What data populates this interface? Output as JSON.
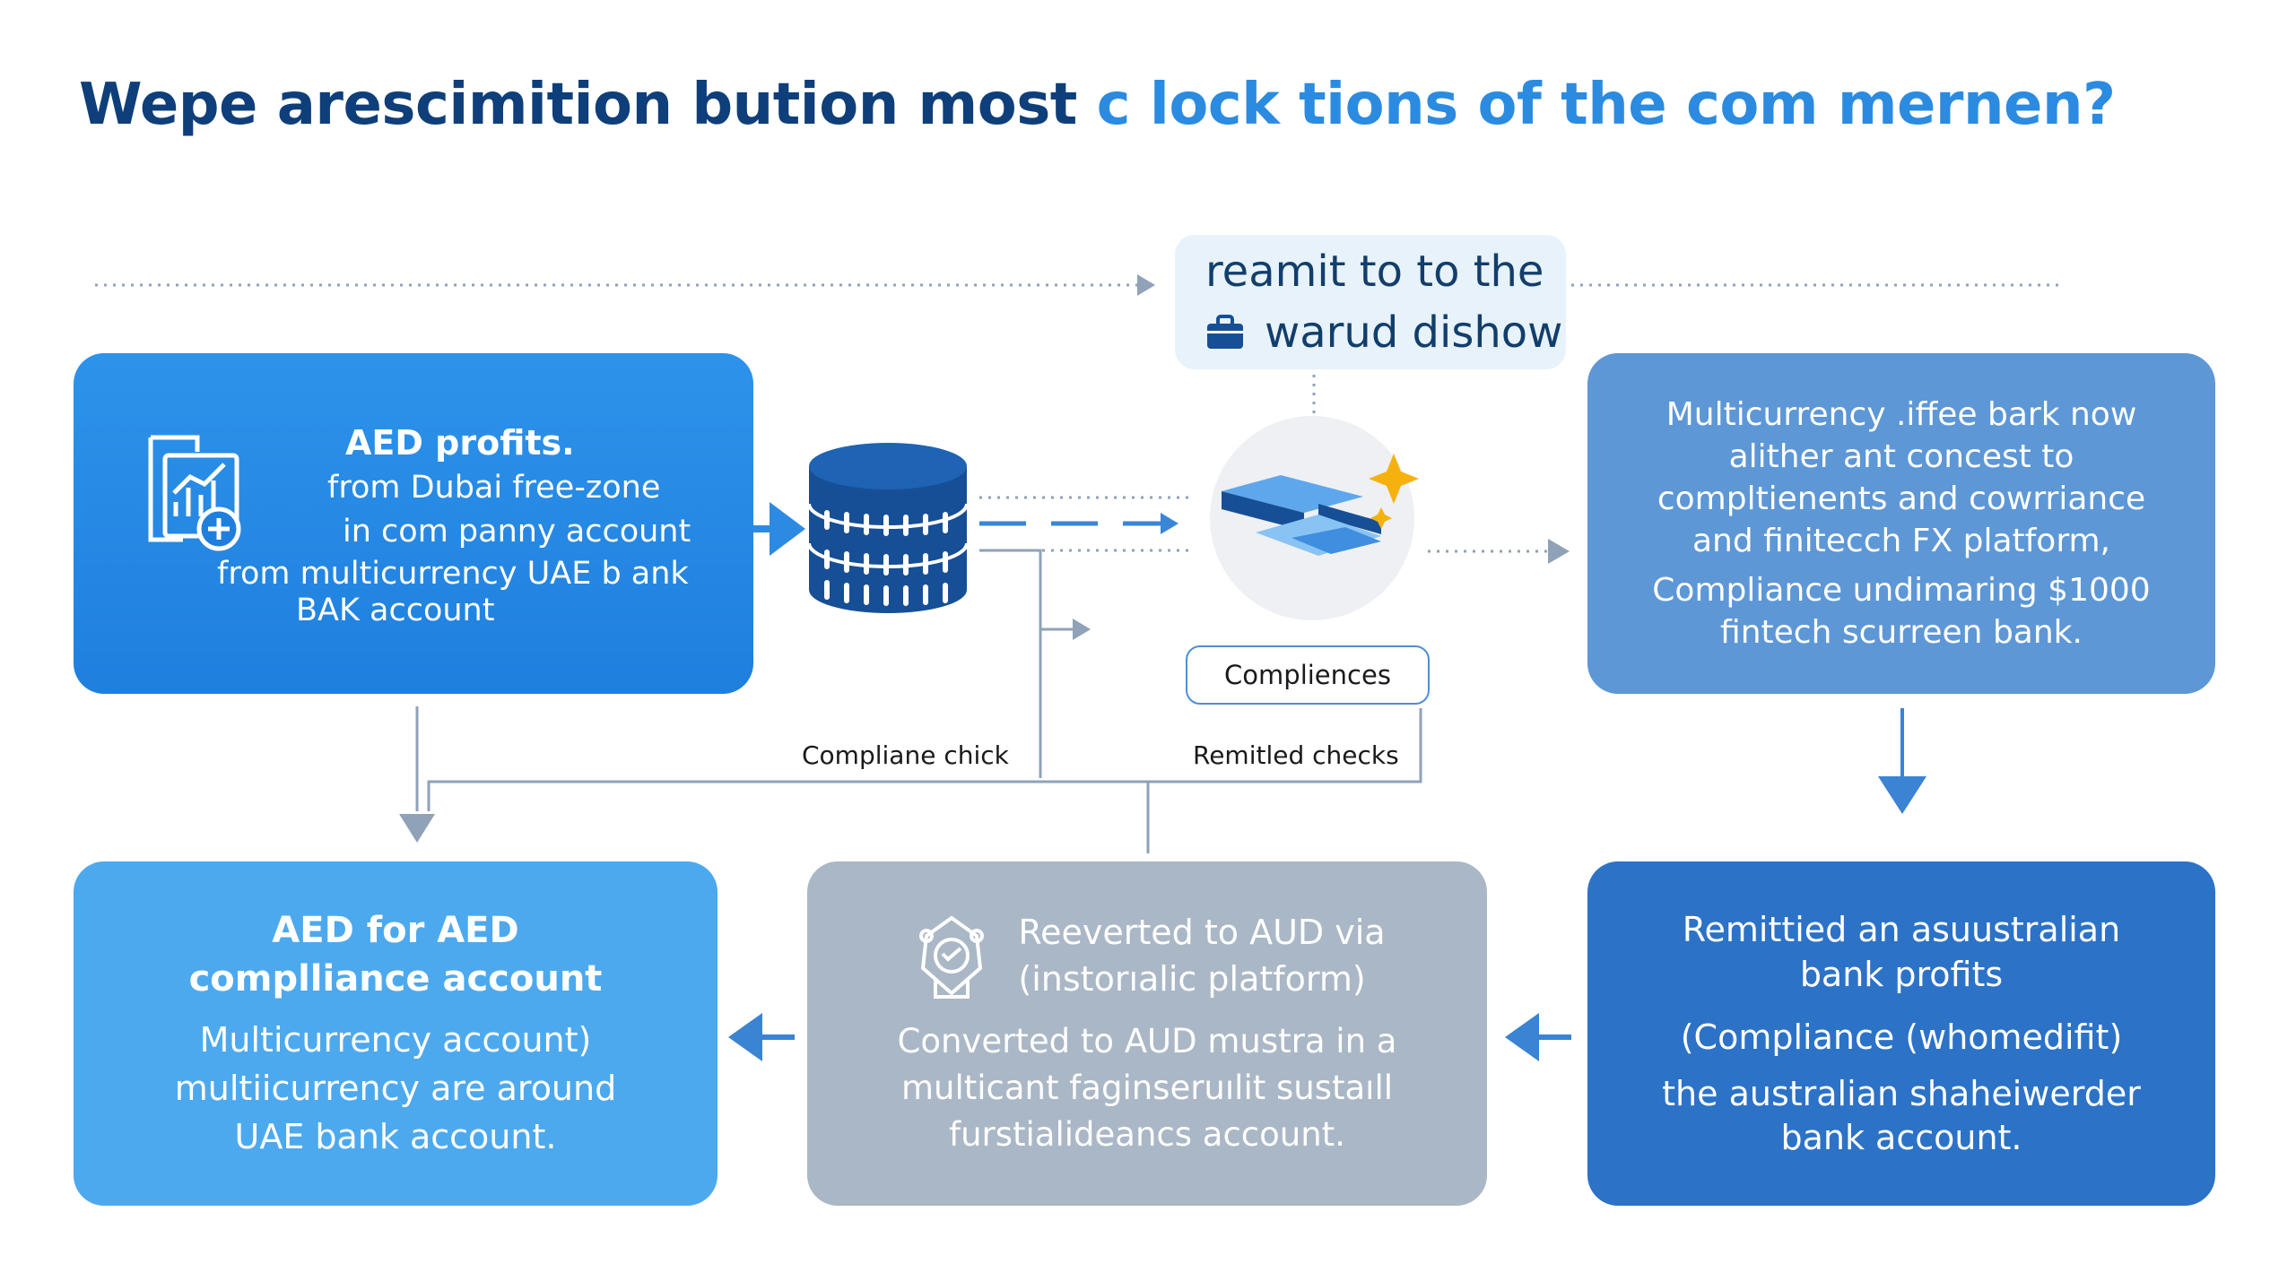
{
  "title": {
    "part1": "Wepe arescimition bution most ",
    "part2": "c lock tions of the com mernen?"
  },
  "callout": {
    "line1": "reamit to to the",
    "line2": "warud dishow"
  },
  "box_aed_profits": {
    "heading": "AED profits.",
    "line2": "from Dubai free-zone",
    "line3": "in com panny account",
    "line4": "from multicurrency UAE b ank",
    "line5": "BAK account"
  },
  "box_multicurrency": {
    "line1": "Multicurrency .iffee bark now",
    "line2": "alither ant concest to",
    "line3": "compltienents and cowrriance",
    "line4": "and finitecch FX platform,",
    "line5": "Compliance undimaring $1000",
    "line6": "fintech scurreen bank."
  },
  "box_aed_compliance": {
    "line1": "AED for AED",
    "line2": "complliance account",
    "line3": "Multicurrency account)",
    "line4": "multiicurrency are around",
    "line5": "UAE bank account."
  },
  "box_reverted": {
    "head1": "Reeverted to AUD via",
    "head2": "(instorıalic platform)",
    "line1": "Converted to AUD mustra in a",
    "line2": "multicant faginseruılit sustaıll",
    "line3": "furstialideancs account."
  },
  "box_remitted": {
    "line1": "Remittied an asuustralian",
    "line2": "bank profits",
    "line3": "(Compliance (whomedifit)",
    "line4": "the australian shaheiwerder",
    "line5": "bank account."
  },
  "labels": {
    "compliances_pill": "Compliences",
    "compliane_chick": "Compliane chick",
    "remitled_checks": "Remitled checks"
  },
  "colors": {
    "title_dark": "#0f3f7a",
    "title_accent": "#2b8be0",
    "primary_blue": "#1f7fde",
    "muted_blue": "#5d97d6",
    "light_blue": "#4da9ee",
    "gray": "#aab7c6",
    "deep_blue": "#2c72c7",
    "arrow_gray": "#8fa2b8"
  }
}
